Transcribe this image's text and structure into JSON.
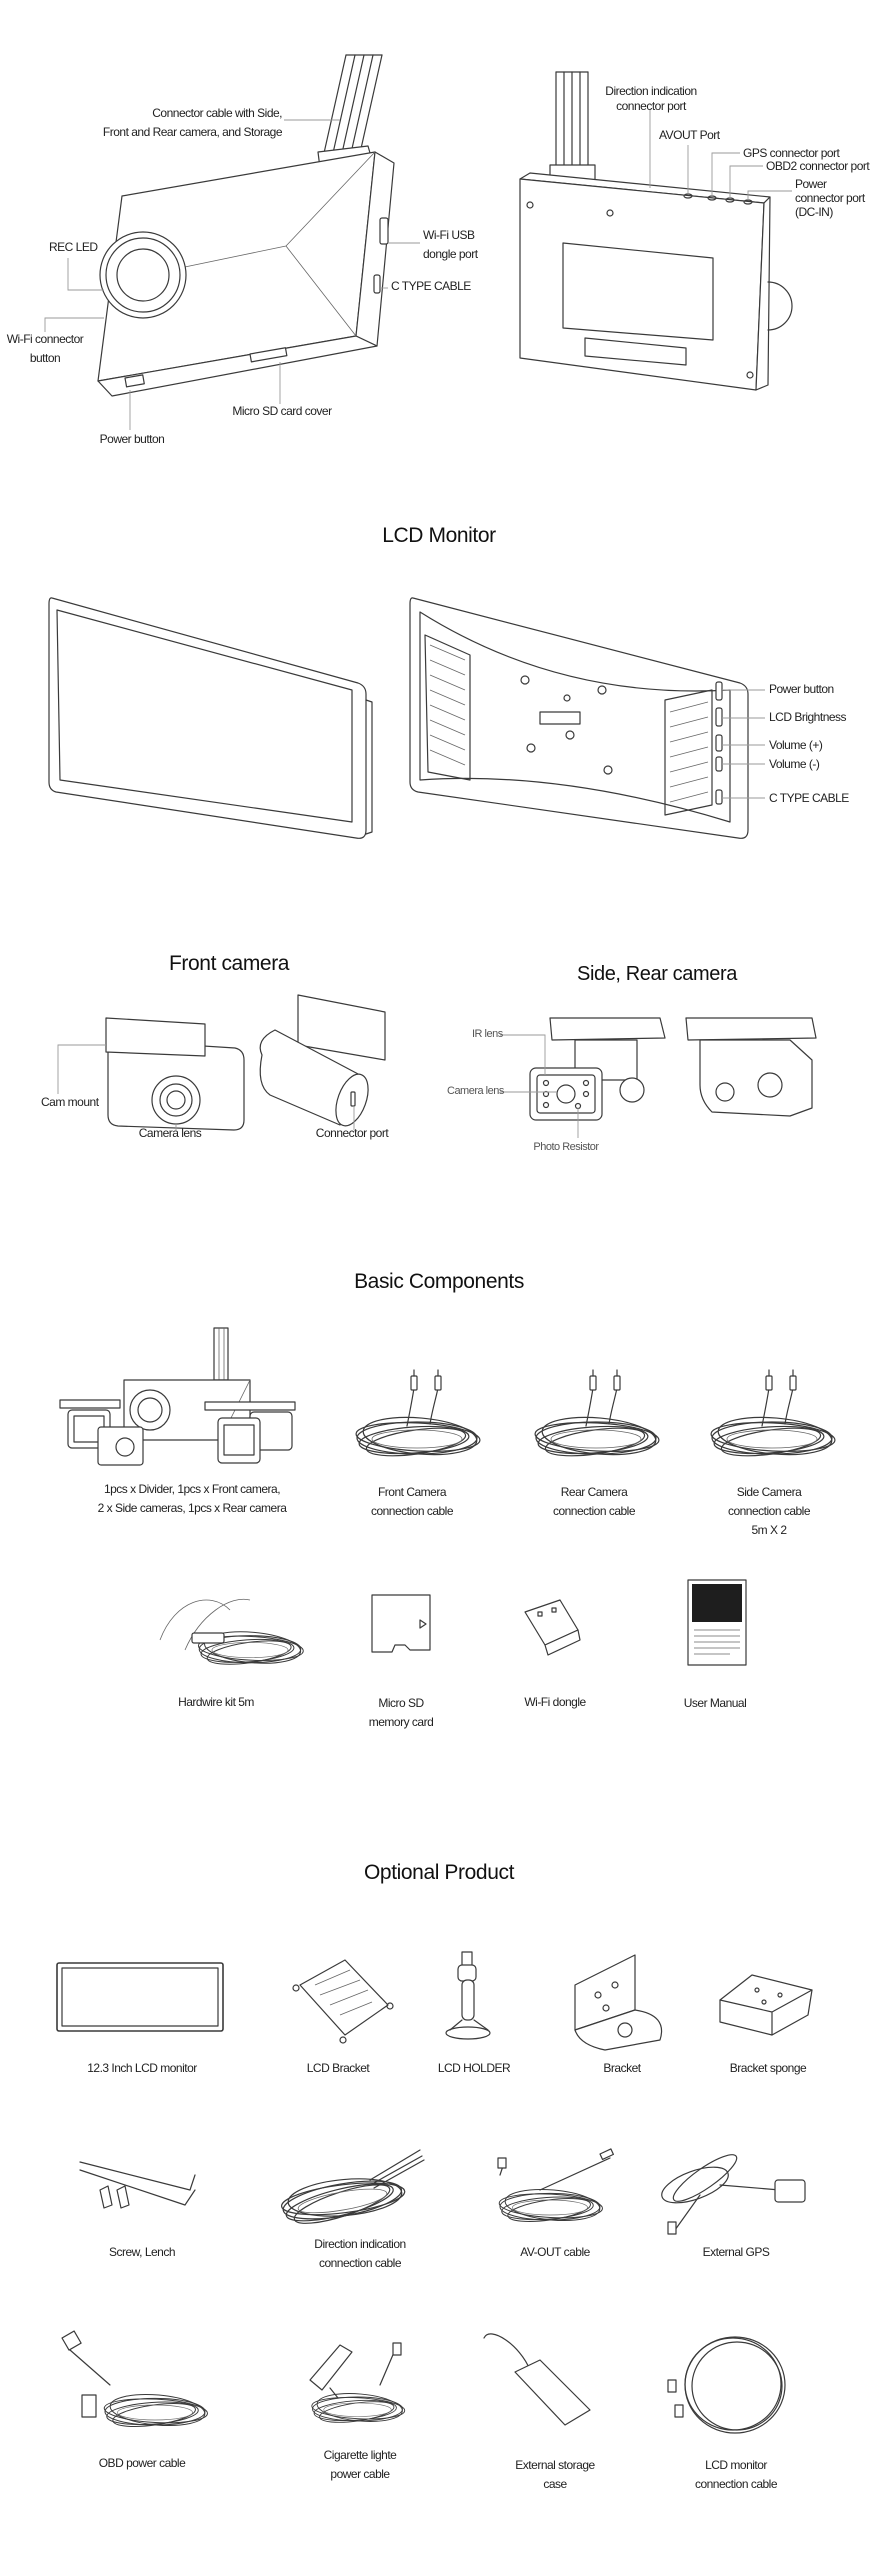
{
  "main_unit": {
    "front_labels": {
      "connector_cable": [
        "Connector cable with Side,",
        "Front and Rear camera, and Storage"
      ],
      "rec_led": "REC LED",
      "wifi_button": [
        "Wi-Fi connector",
        "button"
      ],
      "power_button": "Power button",
      "micro_sd_cover": "Micro SD card cover",
      "wifi_usb_port": [
        "Wi-Fi USB",
        "dongle port"
      ],
      "c_type_cable": "C TYPE CABLE"
    },
    "back_labels": {
      "direction_port": [
        "Direction indication",
        "connector port"
      ],
      "avout_port": "AVOUT Port",
      "gps_port": "GPS connector port",
      "obd2_port": "OBD2 connector port",
      "power_port": [
        "Power",
        "connector port",
        "(DC-IN)"
      ]
    }
  },
  "lcd_monitor": {
    "title": "LCD Monitor",
    "labels": [
      "Power button",
      "LCD Brightness",
      "Volume (+)",
      "Volume (-)",
      "C TYPE CABLE"
    ]
  },
  "front_camera": {
    "title": "Front camera",
    "labels": {
      "cam_mount": "Cam mount",
      "camera_lens": "Camera lens",
      "connector_port": "Connector port"
    }
  },
  "side_rear_camera": {
    "title": "Side, Rear camera",
    "labels": {
      "ir_lens": "IR lens",
      "camera_lens": "Camera lens",
      "photo_resistor": "Photo Resistor"
    }
  },
  "basic_components": {
    "title": "Basic Components",
    "items": [
      {
        "lines": [
          "1pcs x Divider, 1pcs x Front camera,",
          "2 x Side cameras, 1pcs x Rear camera"
        ]
      },
      {
        "lines": [
          "Front Camera",
          "connection cable"
        ]
      },
      {
        "lines": [
          "Rear Camera",
          "connection cable"
        ]
      },
      {
        "lines": [
          "Side Camera",
          "connection cable",
          "5m X 2"
        ]
      },
      {
        "lines": [
          "Hardwire kit 5m"
        ]
      },
      {
        "lines": [
          "Micro SD",
          "memory card"
        ]
      },
      {
        "lines": [
          "Wi-Fi dongle"
        ]
      },
      {
        "lines": [
          "User Manual"
        ]
      }
    ]
  },
  "optional_product": {
    "title": "Optional Product",
    "items": [
      {
        "lines": [
          "12.3 Inch LCD monitor"
        ]
      },
      {
        "lines": [
          "LCD Bracket"
        ]
      },
      {
        "lines": [
          "LCD HOLDER"
        ]
      },
      {
        "lines": [
          "Bracket"
        ]
      },
      {
        "lines": [
          "Bracket sponge"
        ]
      },
      {
        "lines": [
          "Screw, Lench"
        ]
      },
      {
        "lines": [
          "Direction indication",
          "connection cable"
        ]
      },
      {
        "lines": [
          "AV-OUT cable"
        ]
      },
      {
        "lines": [
          "External GPS"
        ]
      },
      {
        "lines": [
          "OBD power cable"
        ]
      },
      {
        "lines": [
          "Cigarette lighte",
          "power cable"
        ]
      },
      {
        "lines": [
          "External storage",
          "case"
        ]
      },
      {
        "lines": [
          "LCD monitor",
          "connection cable"
        ]
      }
    ]
  }
}
